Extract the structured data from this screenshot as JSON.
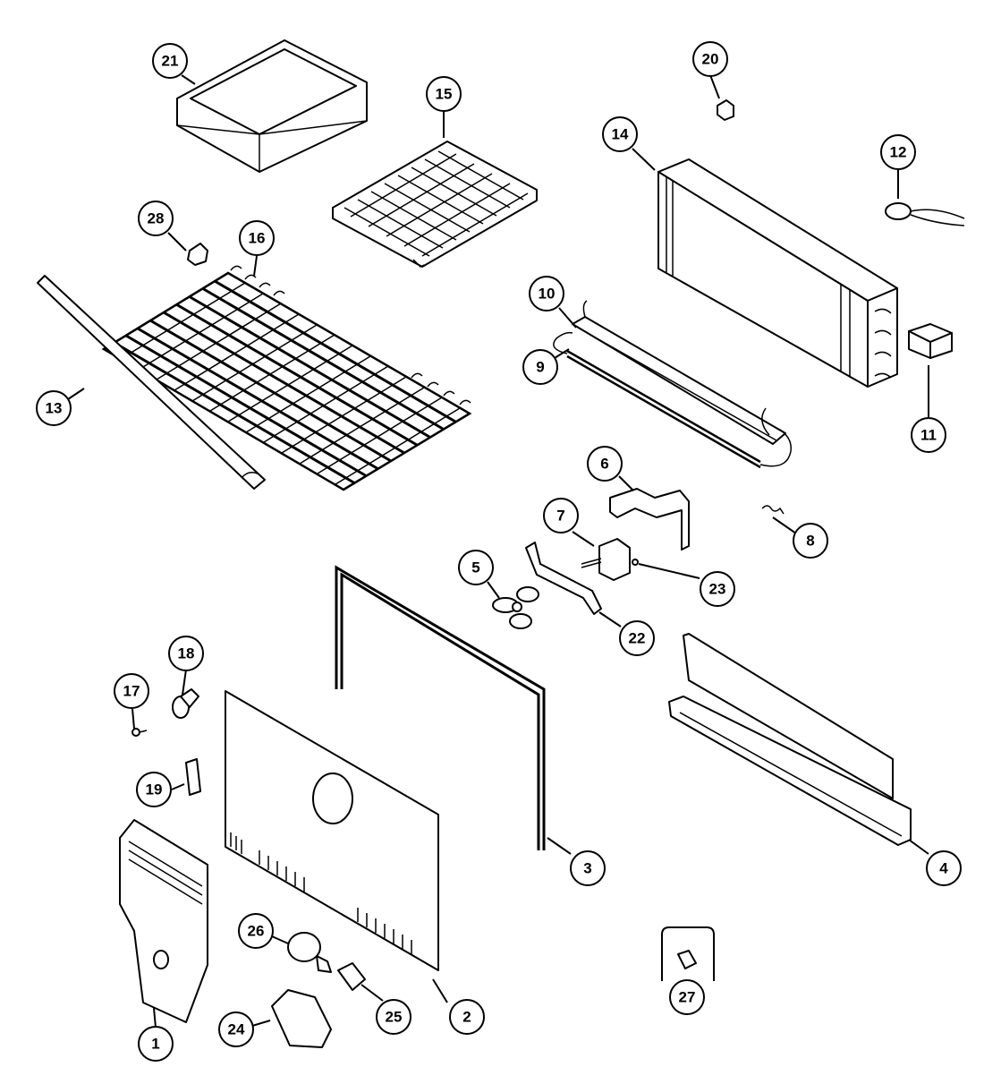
{
  "parts": [
    {
      "id": "callout-1",
      "label": "1"
    },
    {
      "id": "callout-2",
      "label": "2"
    },
    {
      "id": "callout-3",
      "label": "3"
    },
    {
      "id": "callout-4",
      "label": "4"
    },
    {
      "id": "callout-5",
      "label": "5"
    },
    {
      "id": "callout-6",
      "label": "6"
    },
    {
      "id": "callout-7",
      "label": "7"
    },
    {
      "id": "callout-8",
      "label": "8"
    },
    {
      "id": "callout-9",
      "label": "9"
    },
    {
      "id": "callout-10",
      "label": "10"
    },
    {
      "id": "callout-11",
      "label": "11"
    },
    {
      "id": "callout-12",
      "label": "12"
    },
    {
      "id": "callout-13",
      "label": "13"
    },
    {
      "id": "callout-14",
      "label": "14"
    },
    {
      "id": "callout-15",
      "label": "15"
    },
    {
      "id": "callout-16",
      "label": "16"
    },
    {
      "id": "callout-17",
      "label": "17"
    },
    {
      "id": "callout-18",
      "label": "18"
    },
    {
      "id": "callout-19",
      "label": "19"
    },
    {
      "id": "callout-20",
      "label": "20"
    },
    {
      "id": "callout-21",
      "label": "21"
    },
    {
      "id": "callout-22",
      "label": "22"
    },
    {
      "id": "callout-23",
      "label": "23"
    },
    {
      "id": "callout-24",
      "label": "24"
    },
    {
      "id": "callout-25",
      "label": "25"
    },
    {
      "id": "callout-26",
      "label": "26"
    },
    {
      "id": "callout-27",
      "label": "27"
    },
    {
      "id": "callout-28",
      "label": "28"
    }
  ]
}
